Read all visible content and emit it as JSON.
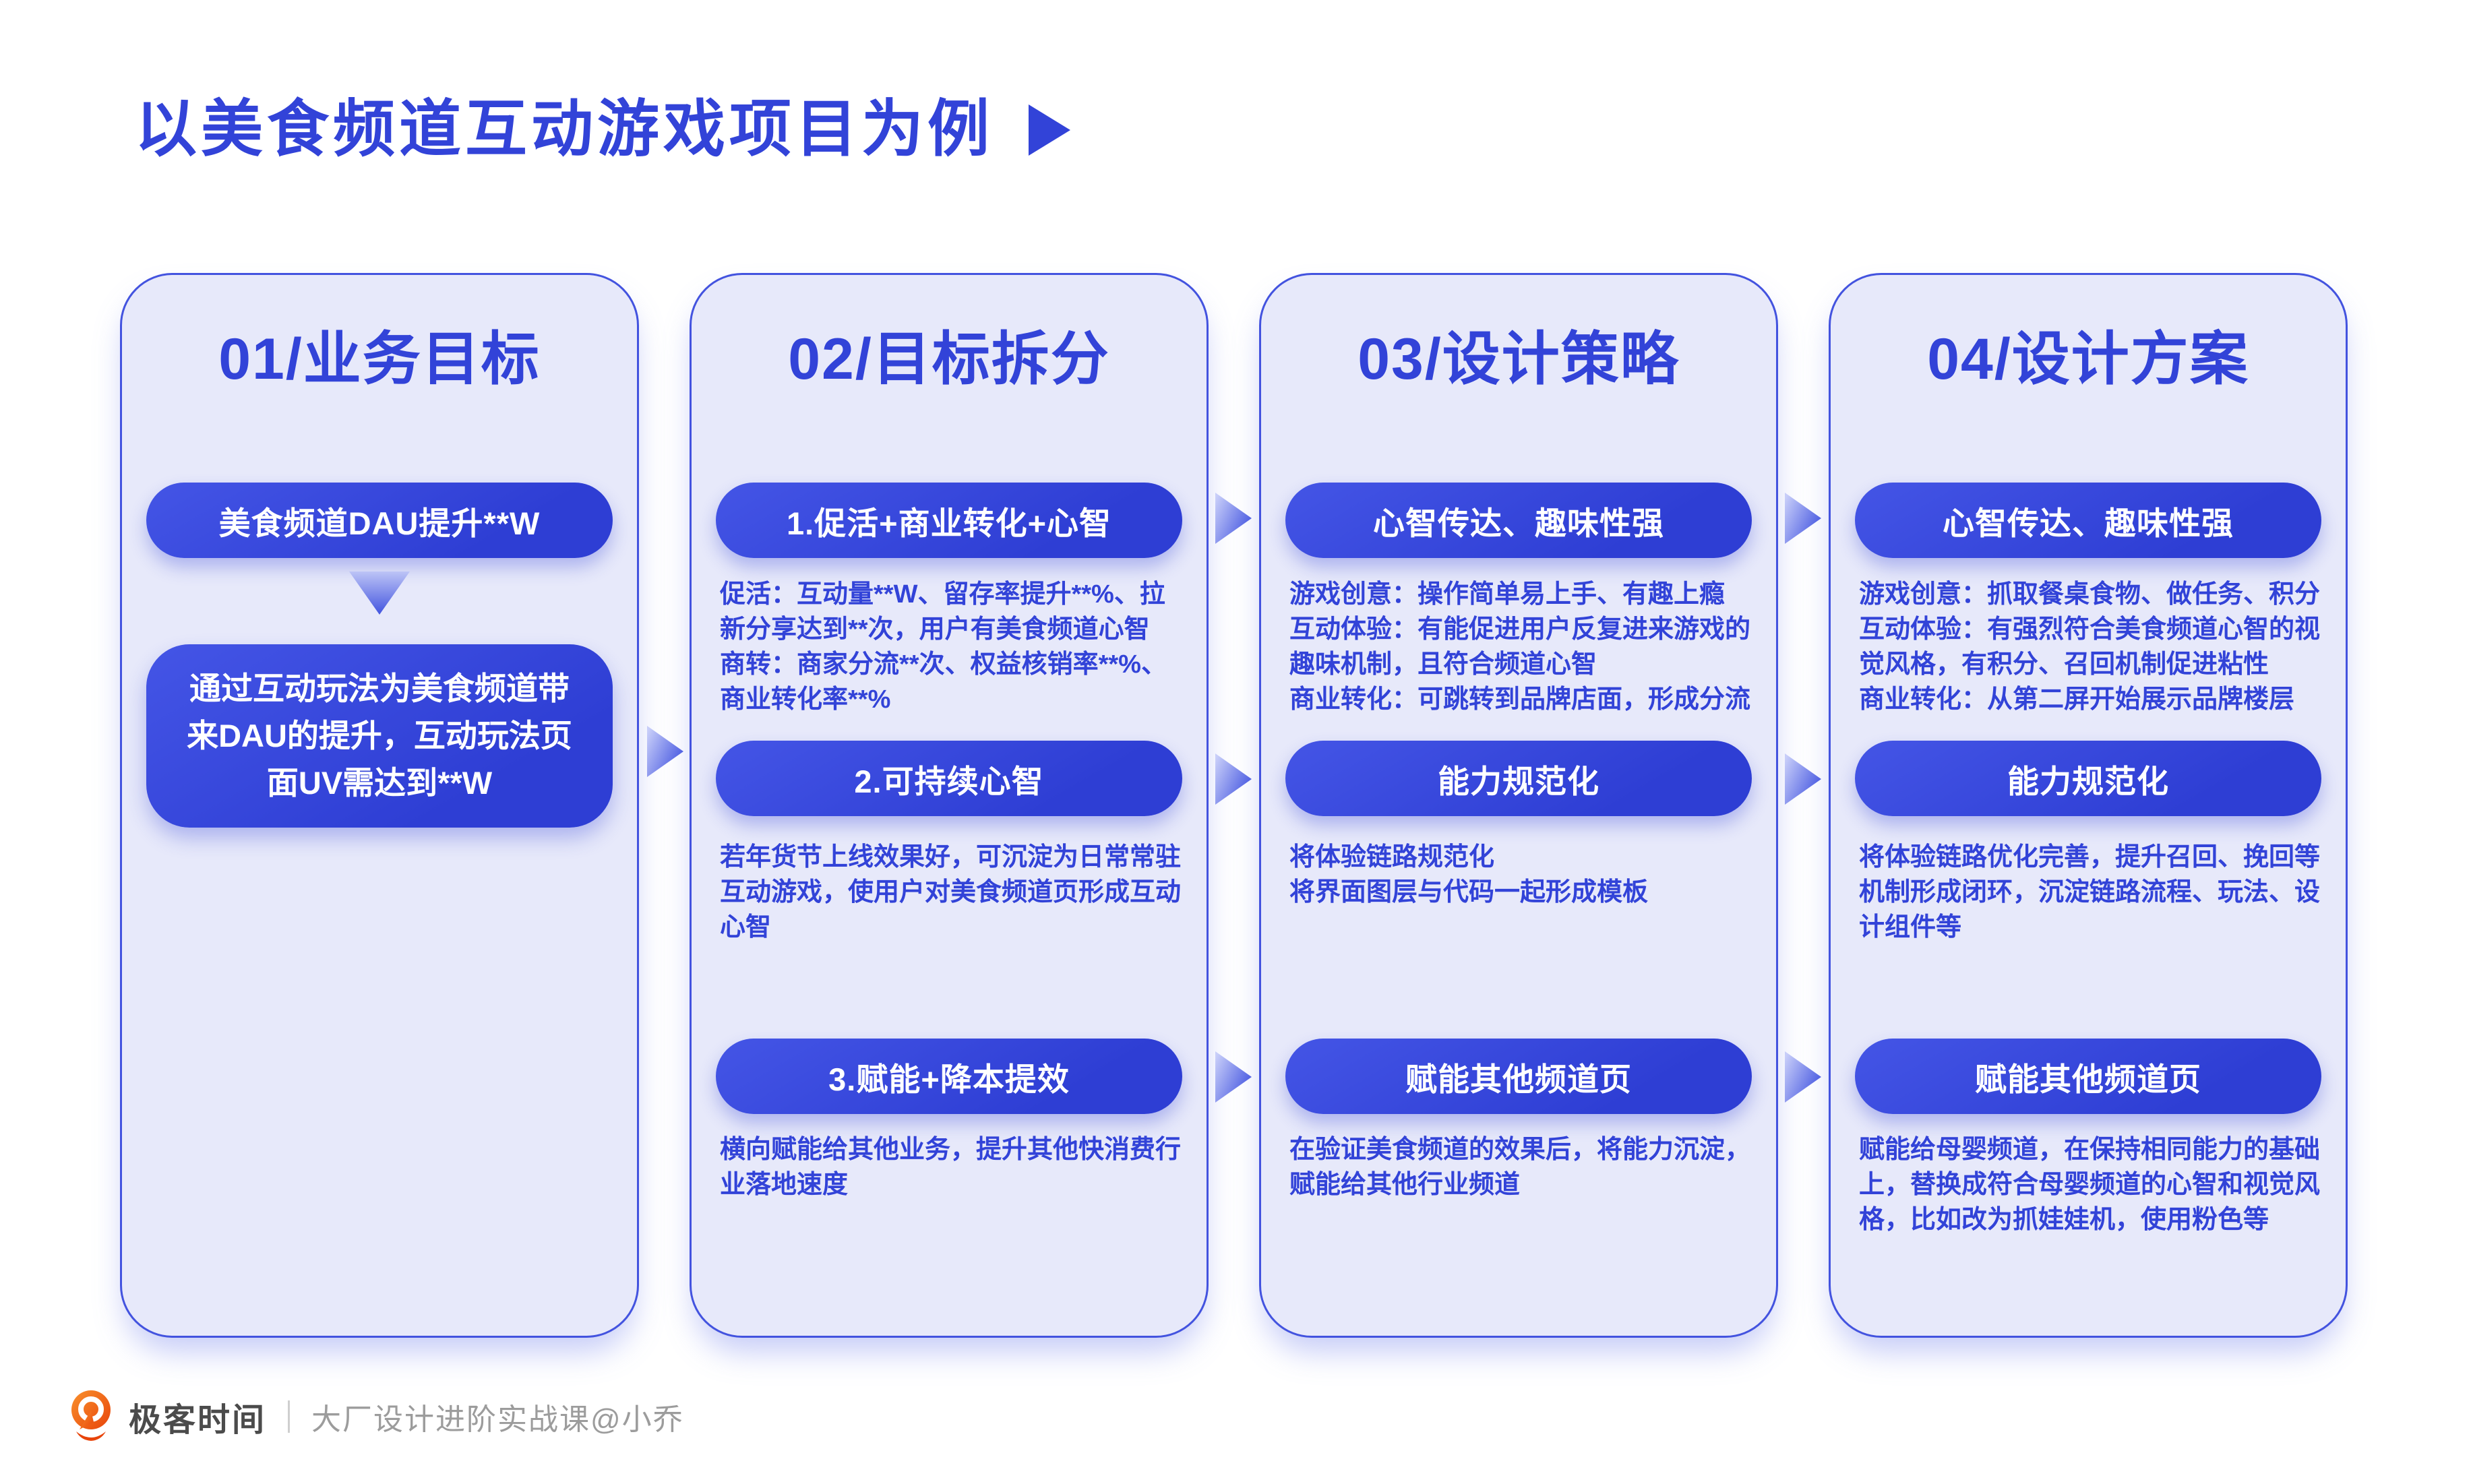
{
  "title": "以美食频道互动游戏项目为例",
  "columns": [
    {
      "header": "01/业务目标",
      "goal_pill": "美食频道DAU提升**W",
      "result_pill": "通过互动玩法为美食频道带来DAU的提升，互动玩法页面UV需达到**W"
    },
    {
      "header": "02/目标拆分",
      "rows": [
        {
          "pill": "1.促活+商业转化+心智",
          "body": "促活：互动量**W、留存率提升**%、拉新分享达到**次，用户有美食频道心智\n商转：商家分流**次、权益核销率**%、商业转化率**%"
        },
        {
          "pill": "2.可持续心智",
          "body": "若年货节上线效果好，可沉淀为日常常驻互动游戏，使用户对美食频道页形成互动心智"
        },
        {
          "pill": "3.赋能+降本提效",
          "body": "横向赋能给其他业务，提升其他快消费行业落地速度"
        }
      ]
    },
    {
      "header": "03/设计策略",
      "rows": [
        {
          "pill": "心智传达、趣味性强",
          "body": "游戏创意：操作简单易上手、有趣上瘾\n互动体验：有能促进用户反复进来游戏的趣味机制，且符合频道心智\n商业转化：可跳转到品牌店面，形成分流"
        },
        {
          "pill": "能力规范化",
          "body": "将体验链路规范化\n将界面图层与代码一起形成模板"
        },
        {
          "pill": "赋能其他频道页",
          "body": "在验证美食频道的效果后，将能力沉淀，赋能给其他行业频道"
        }
      ]
    },
    {
      "header": "04/设计方案",
      "rows": [
        {
          "pill": "心智传达、趣味性强",
          "body": "游戏创意：抓取餐桌食物、做任务、积分\n互动体验：有强烈符合美食频道心智的视觉风格，有积分、召回机制促进粘性\n商业转化：从第二屏开始展示品牌楼层"
        },
        {
          "pill": "能力规范化",
          "body": "将体验链路优化完善，提升召回、挽回等机制形成闭环，沉淀链路流程、玩法、设计组件等"
        },
        {
          "pill": "赋能其他频道页",
          "body": "赋能给母婴频道，在保持相同能力的基础上，替换成符合母婴频道的心智和视觉风格，比如改为抓娃娃机，使用粉色等"
        }
      ]
    }
  ],
  "footer": {
    "brand": "极客时间",
    "course": "大厂设计进阶实战课@小乔"
  },
  "colors": {
    "primary_blue": "#3243D8",
    "pill_blue": "#3546DC",
    "card_bg": "#E7E9FA",
    "card_border": "#4353DF",
    "arrow_gradient_light": "#C8CEF9",
    "logo_orange": "#EA4E0C",
    "brand_gray": "#4B4B4B",
    "course_gray": "#9C9C9C"
  }
}
